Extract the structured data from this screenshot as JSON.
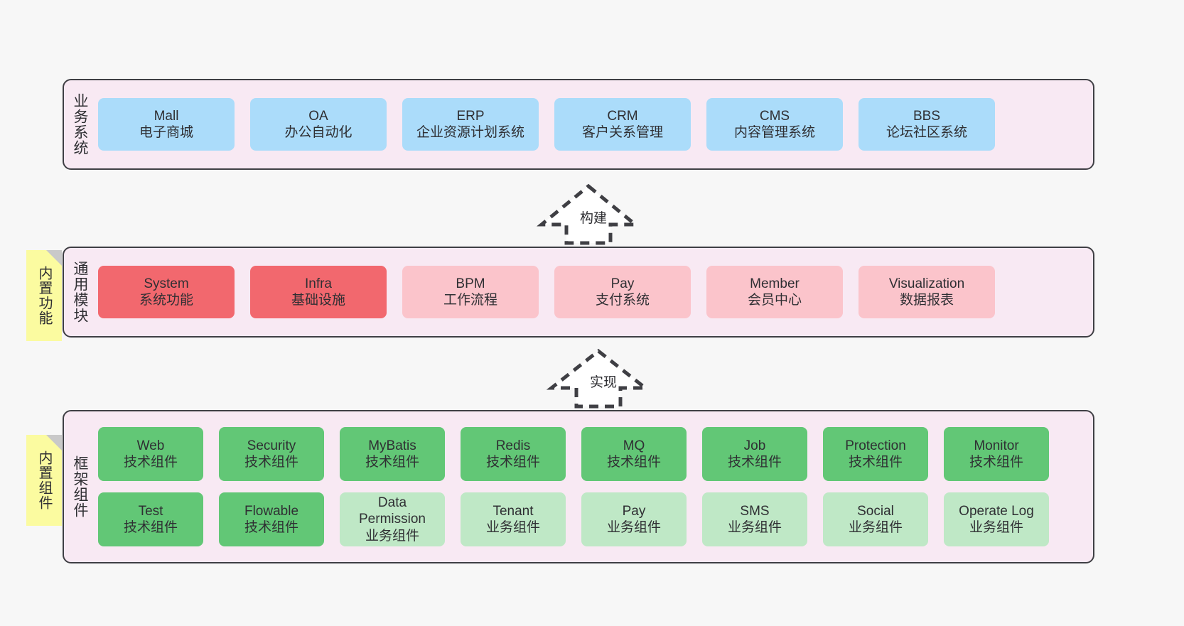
{
  "colors": {
    "background": "#f7f7f7",
    "panel": "#f8e9f3",
    "panel_border": "#3f3f44",
    "blue": "#abdcfa",
    "red": "#f2686e",
    "pink": "#fbc4cb",
    "green": "#62c776",
    "light_green": "#bfe8c6",
    "note_yellow": "#fbfba0",
    "text": "#2f2f33"
  },
  "sections": [
    {
      "key": "business",
      "label": "业务系统",
      "rows": [
        [
          {
            "title": "Mall",
            "subtitle": "电子商城",
            "style": "blue"
          },
          {
            "title": "OA",
            "subtitle": "办公自动化",
            "style": "blue"
          },
          {
            "title": "ERP",
            "subtitle": "企业资源计划系统",
            "style": "blue"
          },
          {
            "title": "CRM",
            "subtitle": "客户关系管理",
            "style": "blue"
          },
          {
            "title": "CMS",
            "subtitle": "内容管理系统",
            "style": "blue"
          },
          {
            "title": "BBS",
            "subtitle": "论坛社区系统",
            "style": "blue"
          }
        ]
      ]
    },
    {
      "key": "common",
      "label": "通用模块",
      "note": "内置功能",
      "rows": [
        [
          {
            "title": "System",
            "subtitle": "系统功能",
            "style": "red"
          },
          {
            "title": "Infra",
            "subtitle": "基础设施",
            "style": "red"
          },
          {
            "title": "BPM",
            "subtitle": "工作流程",
            "style": "pink"
          },
          {
            "title": "Pay",
            "subtitle": "支付系统",
            "style": "pink"
          },
          {
            "title": "Member",
            "subtitle": "会员中心",
            "style": "pink"
          },
          {
            "title": "Visualization",
            "subtitle": "数据报表",
            "style": "pink"
          }
        ]
      ]
    },
    {
      "key": "framework",
      "label": "框架组件",
      "note": "内置组件",
      "rows": [
        [
          {
            "title": "Web",
            "subtitle": "技术组件",
            "style": "green"
          },
          {
            "title": "Security",
            "subtitle": "技术组件",
            "style": "green"
          },
          {
            "title": "MyBatis",
            "subtitle": "技术组件",
            "style": "green"
          },
          {
            "title": "Redis",
            "subtitle": "技术组件",
            "style": "green"
          },
          {
            "title": "MQ",
            "subtitle": "技术组件",
            "style": "green"
          },
          {
            "title": "Job",
            "subtitle": "技术组件",
            "style": "green"
          },
          {
            "title": "Protection",
            "subtitle": "技术组件",
            "style": "green"
          },
          {
            "title": "Monitor",
            "subtitle": "技术组件",
            "style": "green"
          }
        ],
        [
          {
            "title": "Test",
            "subtitle": "技术组件",
            "style": "green"
          },
          {
            "title": "Flowable",
            "subtitle": "技术组件",
            "style": "green"
          },
          {
            "title": "Data Permission",
            "subtitle": "业务组件",
            "style": "lgreen"
          },
          {
            "title": "Tenant",
            "subtitle": "业务组件",
            "style": "lgreen"
          },
          {
            "title": "Pay",
            "subtitle": "业务组件",
            "style": "lgreen"
          },
          {
            "title": "SMS",
            "subtitle": "业务组件",
            "style": "lgreen"
          },
          {
            "title": "Social",
            "subtitle": "业务组件",
            "style": "lgreen"
          },
          {
            "title": "Operate Log",
            "subtitle": "业务组件",
            "style": "lgreen"
          }
        ]
      ]
    }
  ],
  "arrows": [
    {
      "key": "build",
      "label": "构建"
    },
    {
      "key": "implement",
      "label": "实现"
    }
  ]
}
